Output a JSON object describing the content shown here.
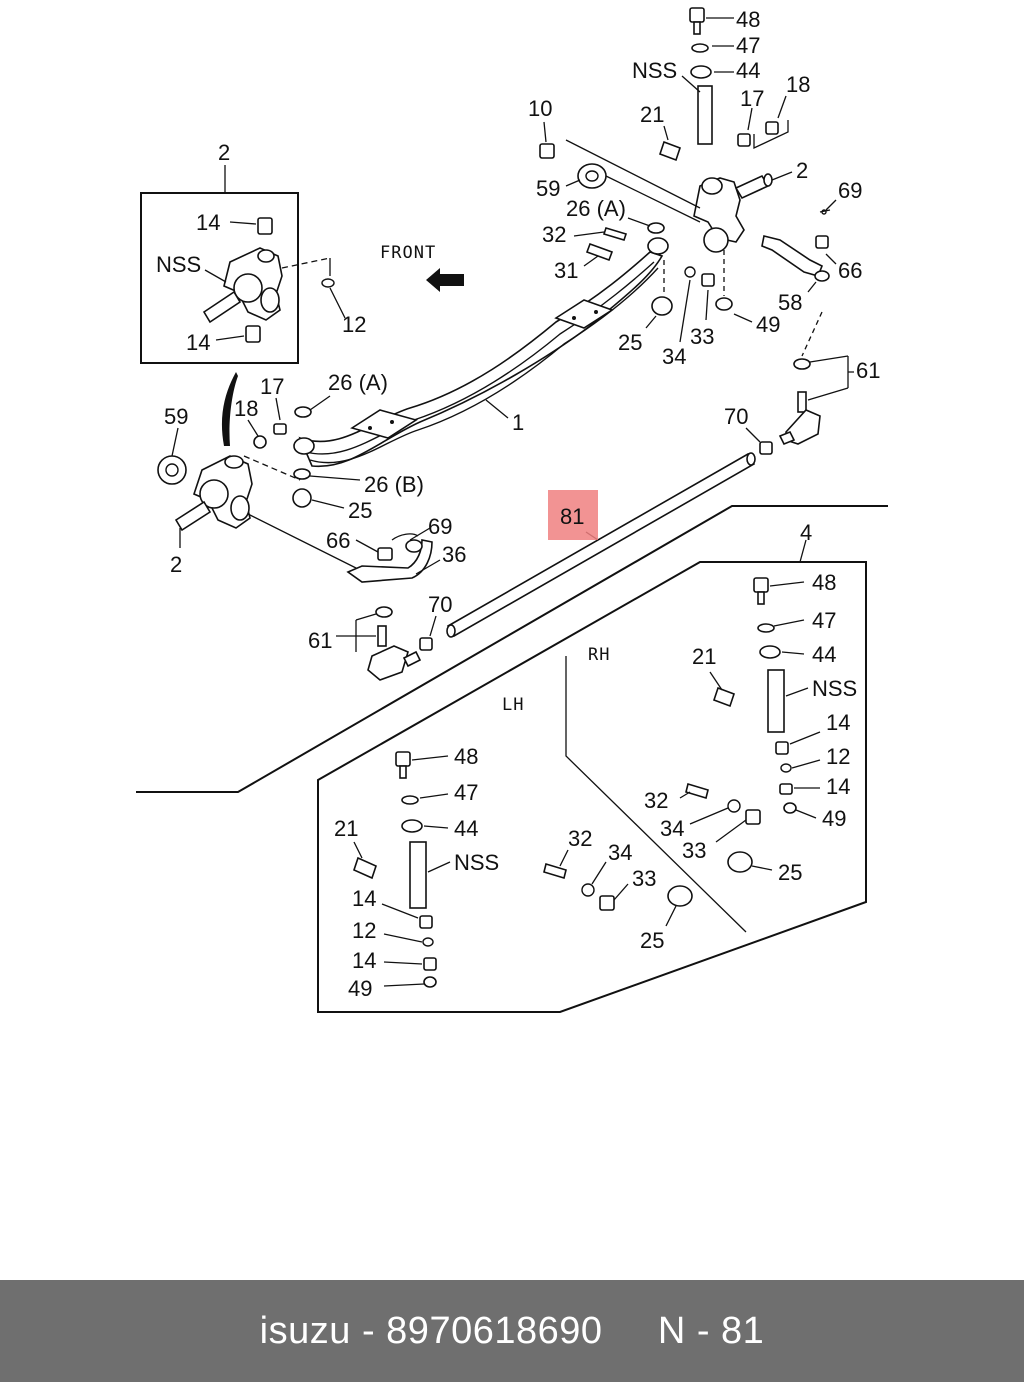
{
  "diagram": {
    "front_label": "FRONT",
    "side_rh": "RH",
    "side_lh": "LH",
    "highlight_color": "#f08080",
    "callouts": {
      "c1": "1",
      "c2a": "2",
      "c2b": "2",
      "c2c": "2",
      "c4": "4",
      "c10": "10",
      "c12a": "12",
      "c12b": "12",
      "c12c": "12",
      "c14a": "14",
      "c14b": "14",
      "c14c": "14",
      "c14d": "14",
      "c14e": "14",
      "c14f": "14",
      "c17a": "17",
      "c17b": "17",
      "c18a": "18",
      "c18b": "18",
      "c21a": "21",
      "c21b": "21",
      "c21c": "21",
      "c25a": "25",
      "c25b": "25",
      "c25c": "25",
      "c25d": "25",
      "c26a1": "26 (A)",
      "c26a2": "26 (A)",
      "c26b": "26 (B)",
      "c31": "31",
      "c32a": "32",
      "c32b": "32",
      "c32c": "32",
      "c33a": "33",
      "c33b": "33",
      "c33c": "33",
      "c34a": "34",
      "c34b": "34",
      "c34c": "34",
      "c36": "36",
      "c44a": "44",
      "c44b": "44",
      "c44c": "44",
      "c47a": "47",
      "c47b": "47",
      "c47c": "47",
      "c48a": "48",
      "c48b": "48",
      "c48c": "48",
      "c49a": "49",
      "c49b": "49",
      "c49c": "49",
      "c58": "58",
      "c59a": "59",
      "c59b": "59",
      "c61a": "61",
      "c61b": "61",
      "c66a": "66",
      "c66b": "66",
      "c69a": "69",
      "c69b": "69",
      "c70a": "70",
      "c70b": "70",
      "c81": "81",
      "nss1": "NSS",
      "nss2": "NSS",
      "nss3": "NSS",
      "nss4": "NSS"
    }
  },
  "footer": {
    "brand": "isuzu",
    "separator1": " - ",
    "part_number": "8970618690",
    "gap": "     ",
    "ref_prefix": "N",
    "separator2": " - ",
    "ref_number": "81"
  }
}
